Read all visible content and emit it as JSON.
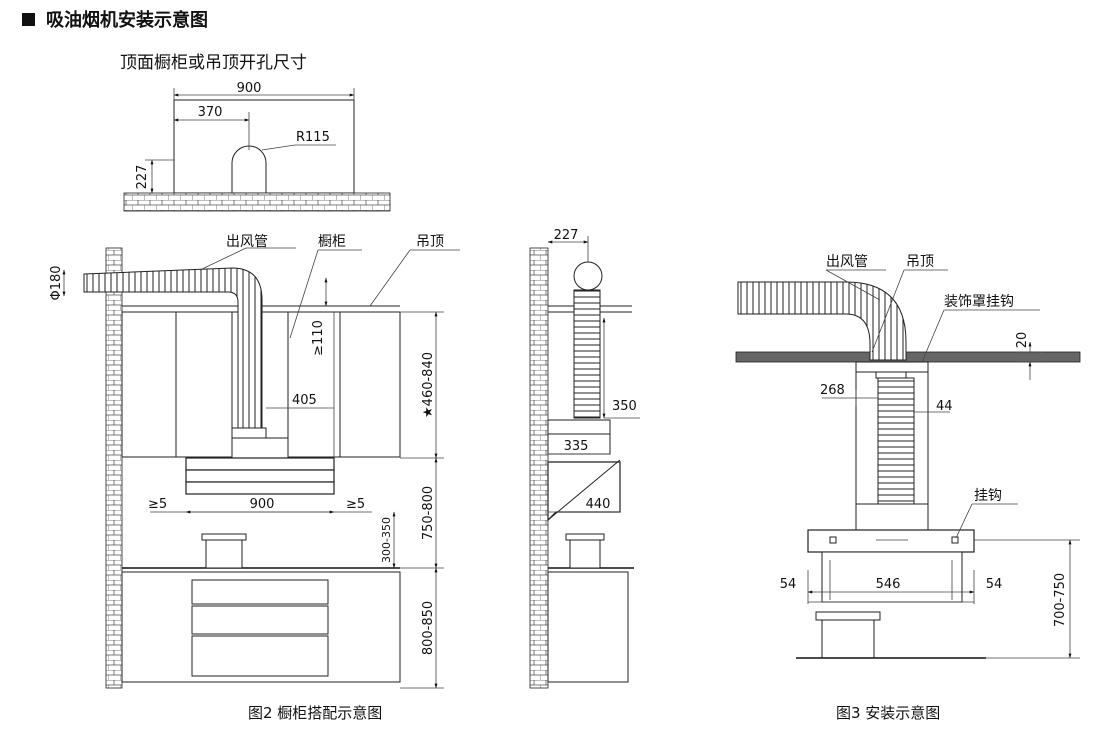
{
  "header": {
    "title": "吸油烟机安装示意图",
    "subtitle": "顶面橱柜或吊顶开孔尺寸"
  },
  "top_view": {
    "dim_width": "900",
    "dim_offset": "370",
    "dim_radius": "R115",
    "dim_height": "227"
  },
  "figure2": {
    "label_duct": "出风管",
    "label_cabinet": "橱柜",
    "label_ceiling": "吊顶",
    "dim_duct_diameter": "Φ180",
    "dim_min_gap": "≥110",
    "dim_duct_offset": "405",
    "dim_cabinet_height": "★460-840",
    "dim_side_left": "≥5",
    "dim_hood_width": "900",
    "dim_side_right": "≥5",
    "dim_hood_height": "750-800",
    "dim_pot_clearance": "300-350",
    "dim_counter_height": "800-850",
    "dim_wall_offset": "227",
    "dim_duct_height": "350",
    "dim_depth_upper": "335",
    "dim_depth_lower": "440",
    "caption": "图2 橱柜搭配示意图"
  },
  "figure3": {
    "label_duct": "出风管",
    "label_ceiling": "吊顶",
    "label_cover_hook": "装饰罩挂钩",
    "label_hook": "挂钩",
    "dim_ceiling_gap": "20",
    "dim_cover_width": "268",
    "dim_cover_inset": "44",
    "dim_left": "54",
    "dim_middle": "546",
    "dim_right": "54",
    "dim_install_height": "700-750",
    "caption": "图3 安装示意图"
  },
  "colors": {
    "line": "#222222",
    "ceiling_fill": "#666666",
    "background": "#ffffff"
  }
}
